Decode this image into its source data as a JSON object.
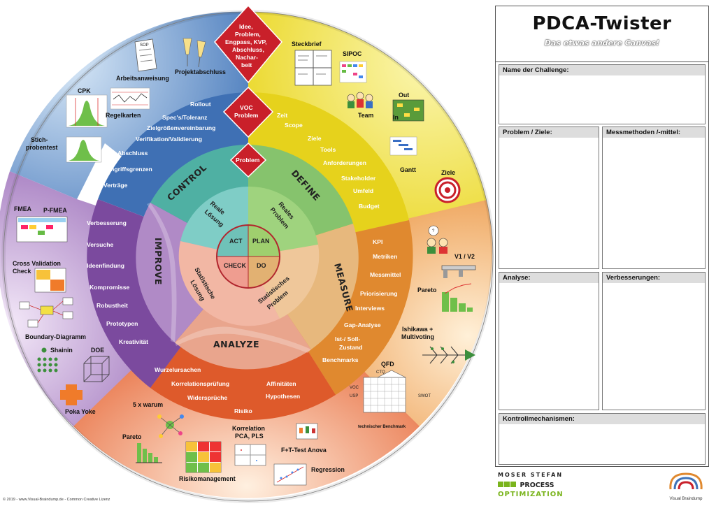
{
  "center": {
    "act": "ACT",
    "plan": "PLAN",
    "check": "CHECK",
    "do": "DO"
  },
  "inner_quadrants": {
    "reale_loesung": [
      "Reale",
      "Lösung"
    ],
    "reales_problem": [
      "Reales",
      "Problem"
    ],
    "statistische_loesung": [
      "Statistische",
      "Lösung"
    ],
    "statistisches_problem": [
      "Statistisches",
      "Problem"
    ]
  },
  "phases": {
    "control": "CONTROL",
    "define": "DEFINE",
    "measure": "MEASURE",
    "analyze": "ANALYZE",
    "improve": "IMPROVE"
  },
  "diamonds": {
    "top": [
      "Idee,",
      "Problem,",
      "Engpass, KVP,",
      "Abschluss,",
      "Nachar-",
      "beit"
    ],
    "voc": [
      "VOC",
      "Problem"
    ],
    "problem": "Problem"
  },
  "control_items": [
    "Rollout",
    "Spec's/Toleranz",
    "Zielgrößenvereinbarung",
    "Verifikation/Validierung",
    "Abschluss",
    "Eingriffsgrenzen",
    "Verträge"
  ],
  "define_items": [
    "Zeit",
    "Scope",
    "Ziele",
    "Tools",
    "Anforderungen",
    "Stakeholder",
    "Umfeld",
    "Budget"
  ],
  "measure_items": [
    "KPI",
    "Metriken",
    "Messmittel",
    "Priorisierung",
    "Interviews",
    "Gap-Analyse",
    "Ist-/ Soll-",
    "Zustand",
    "Benchmarks"
  ],
  "analyze_items": [
    "Wurzelursachen",
    "Korrelationsprüfung",
    "Affinitäten",
    "Widersprüche",
    "Hypothesen",
    "Risiko"
  ],
  "improve_items": [
    "Verbesserung",
    "Versuche",
    "Ideenfindung",
    "Kompromisse",
    "Robustheit",
    "Prototypen",
    "Kreativität"
  ],
  "tools": {
    "cpk": "CPK",
    "arbeitsanweisung": "Arbeitsanweisung",
    "projektabschluss": "Projektabschluss",
    "regelkarten": "Regelkarten",
    "stich": [
      "Stich-",
      "probentest"
    ],
    "steckbrief": "Steckbrief",
    "sipoc": "SIPOC",
    "team": "Team",
    "out": "Out",
    "in": "In",
    "gantt": "Gantt",
    "ziele": "Ziele",
    "v1v2": "V1 / V2",
    "pareto_r": "Pareto",
    "ishikawa": [
      "Ishikawa +",
      "Multivoting"
    ],
    "qfd": "QFD",
    "tech_bench": "technischer Benchmark",
    "fmea": "FMEA",
    "pfmea": "P-FMEA",
    "cross": [
      "Cross Validation",
      "Check"
    ],
    "boundary": "Boundary-Diagramm",
    "shainin": "Shainin",
    "doe": "DOE",
    "pokayoke": "Poka Yoke",
    "fuenfwarum": "5 x warum",
    "pareto_b": "Pareto",
    "korrelation": [
      "Korrelation",
      "PCA, PLS"
    ],
    "ftest": "F+T-Test Anova",
    "risiko": "Risikomanagement",
    "regression": "Regression"
  },
  "panel": {
    "title": "PDCA-Twister",
    "subtitle": "Das etwas andere Canvas!",
    "challenge": "Name der Challenge:",
    "problem": "Problem / Ziele:",
    "mess": "Messmethoden /-mittel:",
    "analyse": "Analyse:",
    "verb": "Verbesserungen:",
    "kontroll": "Kontrollmechanismen:"
  },
  "footer": "© 2019 - www.Visual-Braindump.de - Common Creative Lizenz",
  "logo": {
    "l1": "MOSER STEFAN",
    "l2": "PROCESS",
    "l3": "OPTIMIZATION"
  },
  "vb": "Visual Braindump",
  "colors": {
    "control": "#4a7fc1",
    "define": "#e8d21e",
    "measure": "#e58a2c",
    "analyze": "#d9502a",
    "improve": "#7c4a9e",
    "red": "#c9202a"
  }
}
